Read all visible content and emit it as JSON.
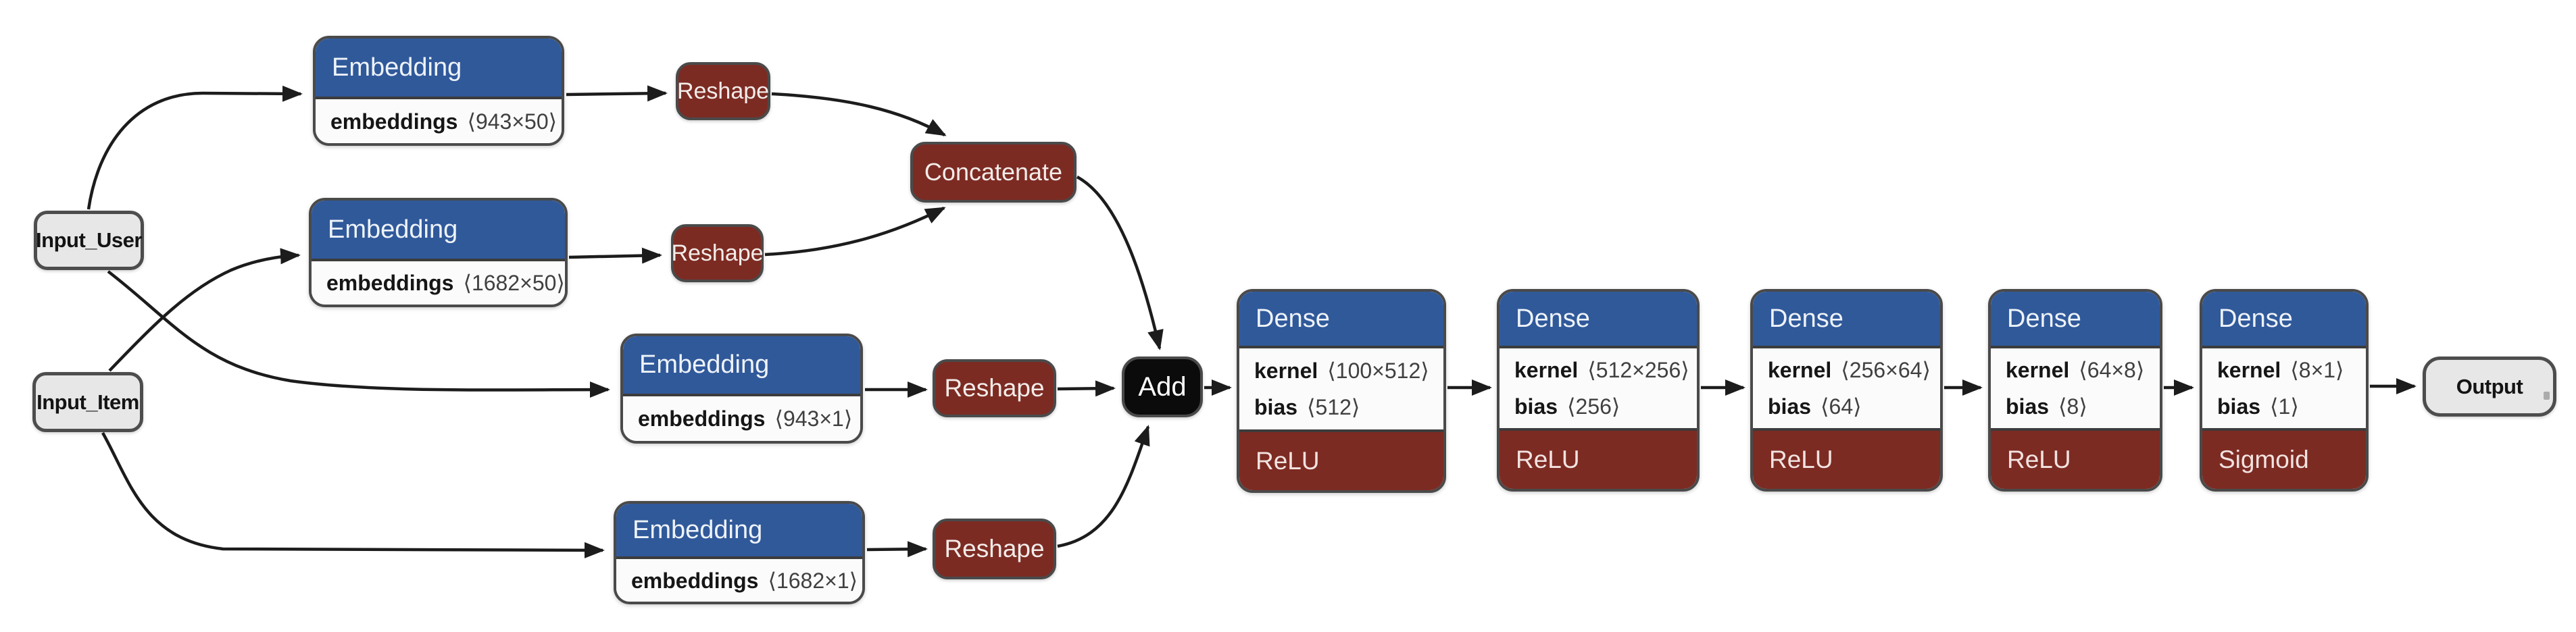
{
  "diagram": {
    "colors": {
      "header_blue": "#30599a",
      "activation_red": "#7c2b23",
      "io_gray": "#e7e7e7",
      "add_black": "#0b0b0b",
      "edge": "#1c1c1c",
      "background": "#ffffff"
    },
    "nodes": {
      "input_user": {
        "label": "Input_User"
      },
      "input_item": {
        "label": "Input_Item"
      },
      "embedding_user_50": {
        "type": "Embedding",
        "param_name": "embeddings",
        "param_shape": "⟨943×50⟩"
      },
      "embedding_item_50": {
        "type": "Embedding",
        "param_name": "embeddings",
        "param_shape": "⟨1682×50⟩"
      },
      "embedding_user_1": {
        "type": "Embedding",
        "param_name": "embeddings",
        "param_shape": "⟨943×1⟩"
      },
      "embedding_item_1": {
        "type": "Embedding",
        "param_name": "embeddings",
        "param_shape": "⟨1682×1⟩"
      },
      "reshape_1": {
        "label": "Reshape"
      },
      "reshape_2": {
        "label": "Reshape"
      },
      "reshape_3": {
        "label": "Reshape"
      },
      "reshape_4": {
        "label": "Reshape"
      },
      "concatenate": {
        "label": "Concatenate"
      },
      "add": {
        "label": "Add"
      },
      "dense_1": {
        "type": "Dense",
        "kernel_name": "kernel",
        "kernel_shape": "⟨100×512⟩",
        "bias_name": "bias",
        "bias_shape": "⟨512⟩",
        "activation": "ReLU"
      },
      "dense_2": {
        "type": "Dense",
        "kernel_name": "kernel",
        "kernel_shape": "⟨512×256⟩",
        "bias_name": "bias",
        "bias_shape": "⟨256⟩",
        "activation": "ReLU"
      },
      "dense_3": {
        "type": "Dense",
        "kernel_name": "kernel",
        "kernel_shape": "⟨256×64⟩",
        "bias_name": "bias",
        "bias_shape": "⟨64⟩",
        "activation": "ReLU"
      },
      "dense_4": {
        "type": "Dense",
        "kernel_name": "kernel",
        "kernel_shape": "⟨64×8⟩",
        "bias_name": "bias",
        "bias_shape": "⟨8⟩",
        "activation": "ReLU"
      },
      "dense_5": {
        "type": "Dense",
        "kernel_name": "kernel",
        "kernel_shape": "⟨8×1⟩",
        "bias_name": "bias",
        "bias_shape": "⟨1⟩",
        "activation": "Sigmoid"
      },
      "output": {
        "label": "Output"
      }
    }
  }
}
